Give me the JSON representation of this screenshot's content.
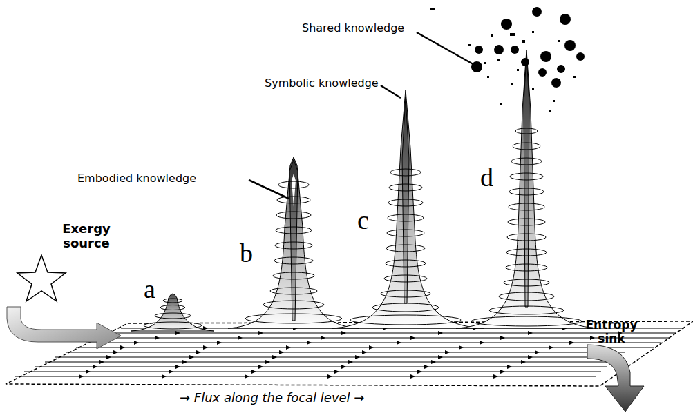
{
  "diagram": {
    "labels": [
      "Shared knowledge",
      "Symbolic knowledge",
      "Embodied knowledge",
      "Exergy source",
      "a",
      "b",
      "c",
      "d",
      "→ Flux along the focal level →",
      "Entropy sink"
    ]
  }
}
